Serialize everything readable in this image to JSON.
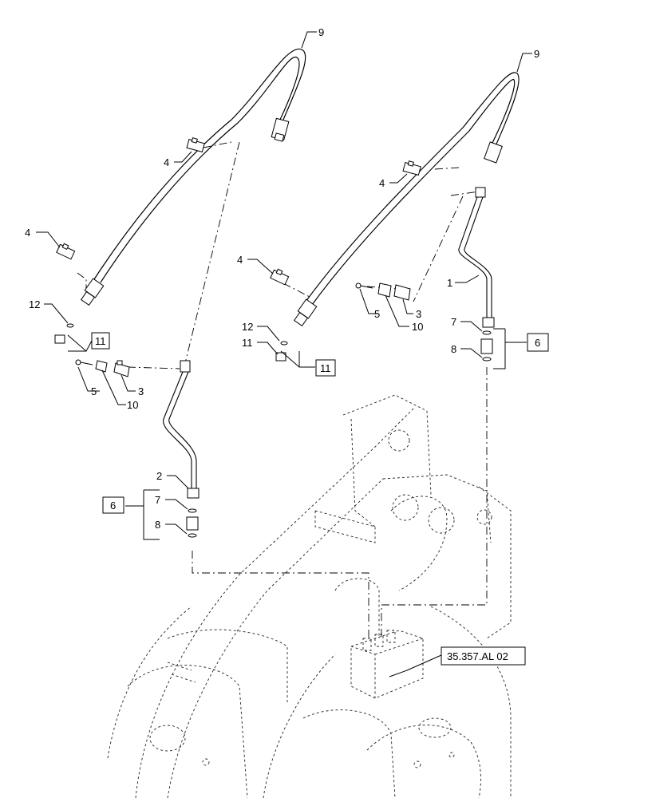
{
  "callouts": {
    "hose_left": "9",
    "hose_right": "9",
    "clip_left_upper": "4",
    "clip_left_lower": "4",
    "clip_right_upper": "4",
    "clip_right_lower": "4",
    "fitting_left": "12",
    "fitting_right": "12",
    "cap_right": "11",
    "bolt_left": "5",
    "bolt_right": "5",
    "bracket_left": "10",
    "bracket_right": "10",
    "clamp_left": "3",
    "clamp_right": "3",
    "pipe_left": "2",
    "pipe_right": "1",
    "oring_left": "7",
    "oring_right": "7",
    "adapter_left": "8",
    "adapter_right": "8"
  },
  "boxed_refs": {
    "kit_left": "11",
    "kit_right": "11",
    "group_left": "6",
    "group_right": "6"
  },
  "cross_reference": "35.357.AL 02"
}
